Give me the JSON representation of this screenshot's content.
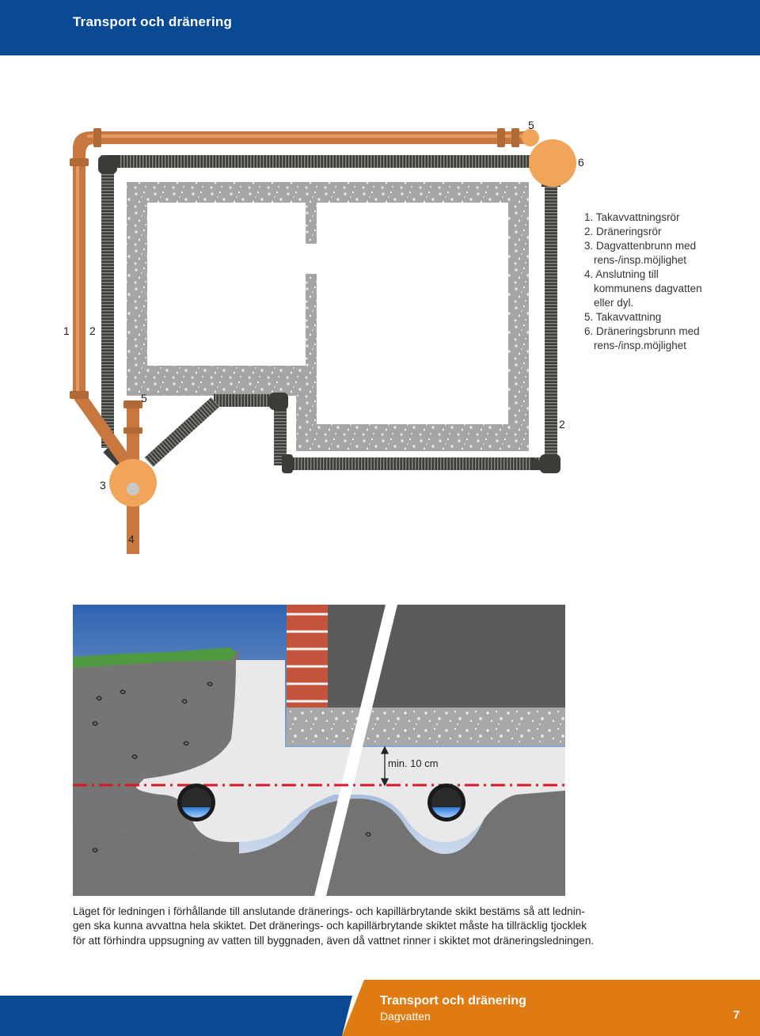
{
  "header": {
    "title": "Transport och dränering"
  },
  "diagram": {
    "labels": {
      "n1": "1",
      "n2_left": "2",
      "n3": "3",
      "n4": "4",
      "n5_top": "5",
      "n5_mid": "5",
      "n6": "6",
      "n2_right": "2"
    },
    "legend": [
      "1. Takavvattningsrör",
      "2. Dräneringsrör",
      "3. Dagvattenbrunn med",
      "rens-/insp.möjlighet",
      "4. Anslutning till",
      "kommunens dagvatten",
      "eller dyl.",
      "5. Takavvattning",
      "6. Dräneringsbrunn med",
      "rens-/insp.möjlighet"
    ],
    "colors": {
      "copper": "#c8783f",
      "well": "#f0a55a",
      "drain": "#3a3d38",
      "foundation": "#a8a8a8"
    }
  },
  "section": {
    "min_label": "min. 10 cm"
  },
  "caption": [
    "Läget för ledningen i förhållande till anslutande dränerings- och kapillärbrytande skikt bestäms så att lednin-",
    "gen ska kunna avvattna hela skiktet. Det dränerings- och kapillärbrytande skiktet måste ha tillräcklig tjocklek",
    "för att förhindra uppsugning av vatten till byggnaden, även då vattnet rinner i skiktet mot dräneringsledningen."
  ],
  "footer": {
    "title": "Transport och dränering",
    "subtitle": "Dagvatten",
    "page": "7",
    "colors": {
      "blue": "#0a4a94",
      "orange": "#e07a12"
    }
  }
}
